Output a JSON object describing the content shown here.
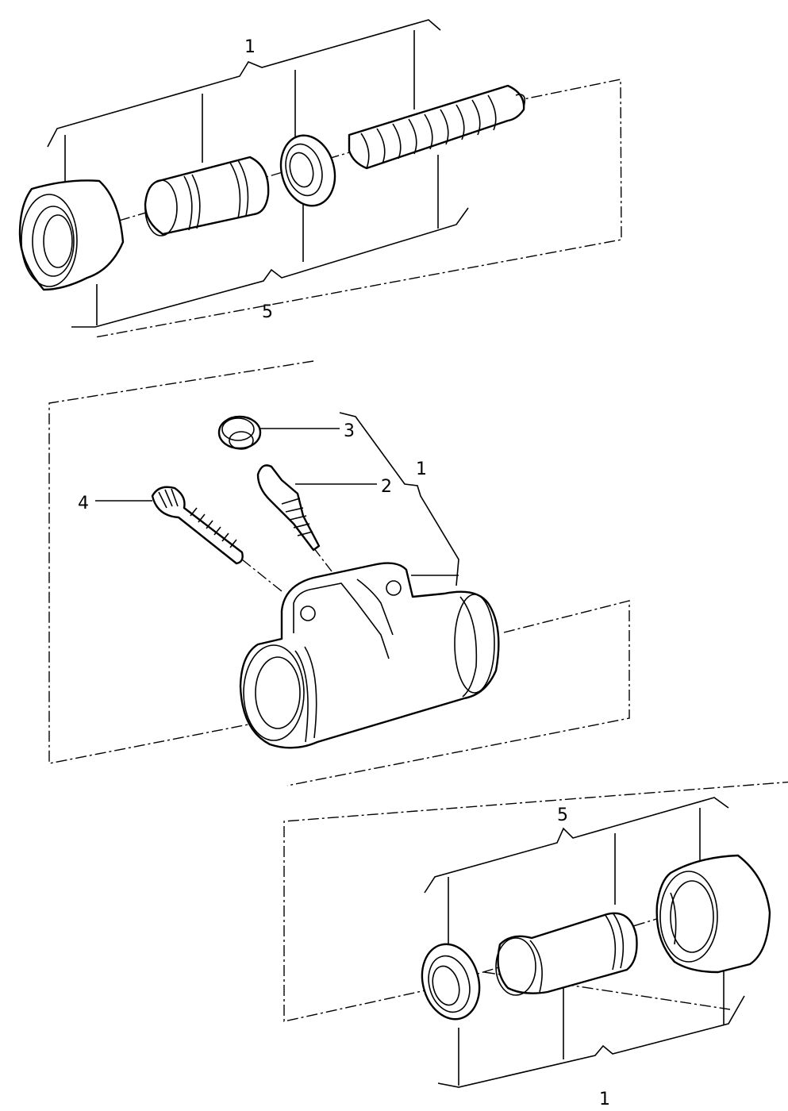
{
  "labels": {
    "top_bracket_upper": "1",
    "top_bracket_lower": "5",
    "bleed_cap": "3",
    "bleed_screw": "2",
    "housing_bracket": "1",
    "bolt": "4",
    "bottom_bracket_upper": "5",
    "bottom_bracket_lower": "1"
  }
}
